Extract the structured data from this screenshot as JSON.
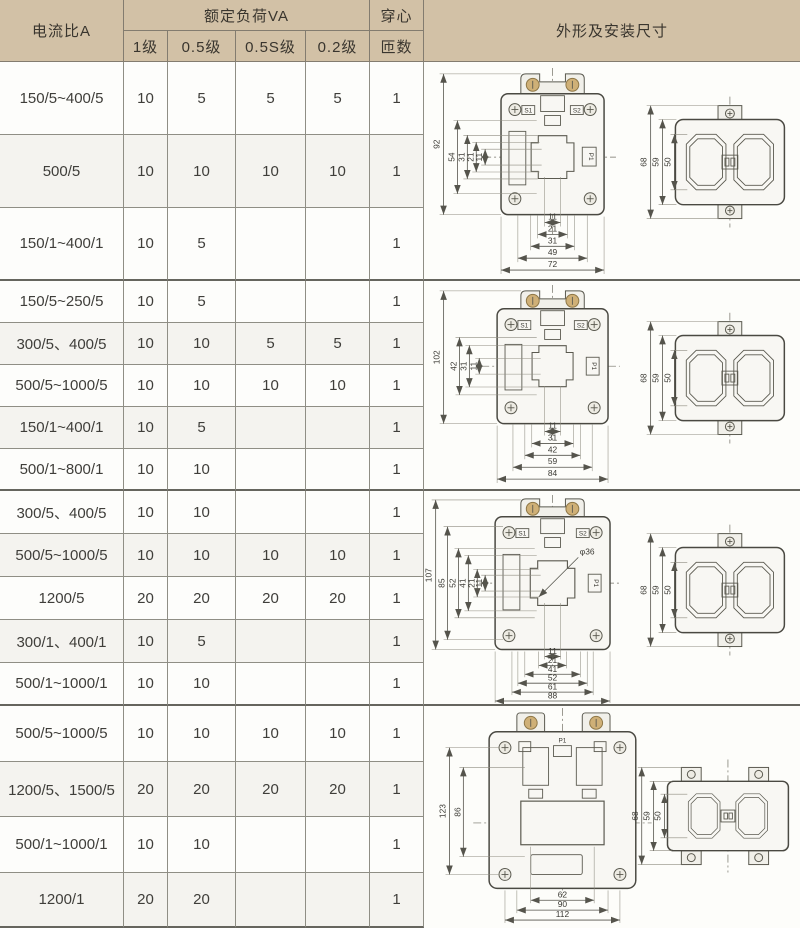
{
  "header": {
    "col_ratio": "电流比A",
    "col_load": "额定负荷VA",
    "col_load_sub": [
      "1级",
      "0.5级",
      "0.5S级",
      "0.2级"
    ],
    "col_core_line1": "穿心",
    "col_core_line2": "匝数",
    "col_outline": "外形及安装尺寸"
  },
  "rows": [
    {
      "r": "150/5~400/5",
      "c1": "10",
      "c2": "5",
      "c3": "5",
      "c4": "5",
      "t": "1"
    },
    {
      "r": "500/5",
      "c1": "10",
      "c2": "10",
      "c3": "10",
      "c4": "10",
      "t": "1"
    },
    {
      "r": "150/1~400/1",
      "c1": "10",
      "c2": "5",
      "c3": "",
      "c4": "",
      "t": "1"
    },
    {
      "r": "150/5~250/5",
      "c1": "10",
      "c2": "5",
      "c3": "",
      "c4": "",
      "t": "1"
    },
    {
      "r": "300/5、400/5",
      "c1": "10",
      "c2": "10",
      "c3": "5",
      "c4": "5",
      "t": "1"
    },
    {
      "r": "500/5~1000/5",
      "c1": "10",
      "c2": "10",
      "c3": "10",
      "c4": "10",
      "t": "1"
    },
    {
      "r": "150/1~400/1",
      "c1": "10",
      "c2": "5",
      "c3": "",
      "c4": "",
      "t": "1"
    },
    {
      "r": "500/1~800/1",
      "c1": "10",
      "c2": "10",
      "c3": "",
      "c4": "",
      "t": "1"
    },
    {
      "r": "300/5、400/5",
      "c1": "10",
      "c2": "10",
      "c3": "",
      "c4": "",
      "t": "1"
    },
    {
      "r": "500/5~1000/5",
      "c1": "10",
      "c2": "10",
      "c3": "10",
      "c4": "10",
      "t": "1"
    },
    {
      "r": "1200/5",
      "c1": "20",
      "c2": "20",
      "c3": "20",
      "c4": "20",
      "t": "1"
    },
    {
      "r": "300/1、400/1",
      "c1": "10",
      "c2": "5",
      "c3": "",
      "c4": "",
      "t": "1"
    },
    {
      "r": "500/1~1000/1",
      "c1": "10",
      "c2": "10",
      "c3": "",
      "c4": "",
      "t": "1"
    },
    {
      "r": "500/5~1000/5",
      "c1": "10",
      "c2": "10",
      "c3": "10",
      "c4": "10",
      "t": "1"
    },
    {
      "r": "1200/5、1500/5",
      "c1": "20",
      "c2": "20",
      "c3": "20",
      "c4": "20",
      "t": "1"
    },
    {
      "r": "500/1~1000/1",
      "c1": "10",
      "c2": "10",
      "c3": "",
      "c4": "",
      "t": "1"
    },
    {
      "r": "1200/1",
      "c1": "20",
      "c2": "20",
      "c3": "",
      "c4": "",
      "t": "1"
    }
  ],
  "drawings": [
    {
      "terminal_labels": [
        "S1",
        "S2"
      ],
      "p_label": "P1",
      "left_dims": [
        "92",
        "54",
        "31",
        "21",
        "11"
      ],
      "bottom_dims": [
        "11",
        "21",
        "31",
        "49",
        "72"
      ],
      "side_dims": [
        "68",
        "59",
        "50"
      ]
    },
    {
      "terminal_labels": [
        "S1",
        "S2"
      ],
      "p_label": "P1",
      "left_dims": [
        "102",
        "42",
        "31",
        "11"
      ],
      "bottom_dims": [
        "11",
        "31",
        "42",
        "59",
        "84"
      ],
      "side_dims": [
        "68",
        "59",
        "50"
      ]
    },
    {
      "terminal_labels": [
        "S1",
        "S2"
      ],
      "p_label": "P1",
      "aperture_label": "φ36",
      "left_dims": [
        "107",
        "85",
        "52",
        "41",
        "21",
        "11"
      ],
      "bottom_dims": [
        "11",
        "21",
        "41",
        "52",
        "61",
        "88"
      ],
      "side_dims": [
        "68",
        "59",
        "50"
      ]
    },
    {
      "p_label": "P1",
      "left_dims": [
        "123",
        "86"
      ],
      "bottom_dims": [
        "62",
        "90",
        "112"
      ],
      "side_dims": [
        "68",
        "59",
        "50"
      ]
    }
  ],
  "colors": {
    "header_bg": "#d2c1a6",
    "border": "#8f8e85",
    "group_border": "#66655e",
    "alt_row": "#f4f3ef"
  }
}
